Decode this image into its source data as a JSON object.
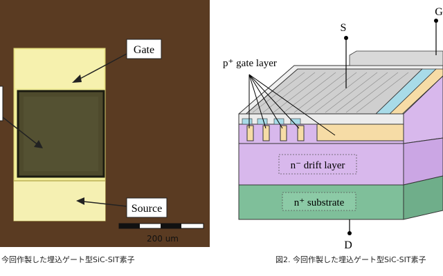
{
  "photo": {
    "labels": {
      "gate": "Gate",
      "source": "Source",
      "scale": "200 um"
    },
    "caption": "今回作製した埋込ゲート型SiC-SIT素子"
  },
  "schematic": {
    "labels": {
      "s": "S",
      "g": "G",
      "d": "D",
      "gate_layer": "p⁺ gate layer",
      "drift_layer": "n⁻ drift layer",
      "substrate": "n⁺ substrate"
    },
    "caption": "図2. 今回作製した埋込ゲート型SiC-SIT素子"
  },
  "colors": {
    "photo_bg": "#5a3b22",
    "metal": "#f2ee9a",
    "window": "#4e4a2c",
    "drift": "#d8b8ec",
    "substrate": "#7fbf9a",
    "gate": "#f6dca6",
    "oxide": "#a8dbe8",
    "top_metal": "#c8c8c8"
  }
}
